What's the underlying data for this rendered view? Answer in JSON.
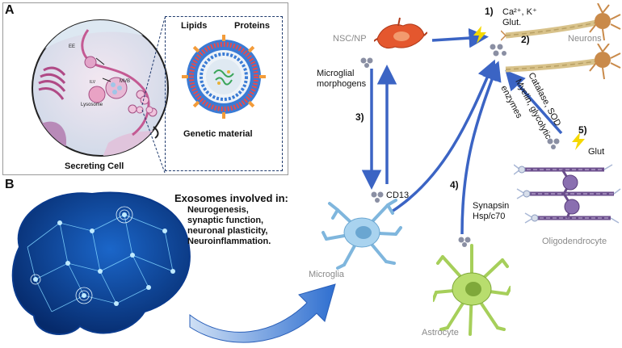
{
  "panel_a": {
    "letter": "A",
    "secreting_cell_label": "Secreting Cell",
    "inner_labels": {
      "ee": "EE",
      "mvb": "MVB",
      "ilv": "ILV",
      "lysosome": "Lysosome"
    },
    "exosome_box": {
      "lipids": "Lipids",
      "proteins": "Proteins",
      "genetic": "Genetic material"
    }
  },
  "panel_b": {
    "letter": "B",
    "heading": "Exosomes involved in:",
    "roles": [
      "Neurogenesis,",
      "synaptic function,",
      "neuronal plasticity,",
      "Neuroinflammation."
    ]
  },
  "cells": {
    "nsc": "NSC/NP",
    "neurons": "Neurons",
    "microglia": "Microglia",
    "astrocyte": "Astrocyte",
    "oligodendrocyte": "Oligodendrocyte"
  },
  "pathways": {
    "p1_num": "1)",
    "p1_text_a": "Ca²⁺, K⁺",
    "p1_text_b": "Glut.",
    "p2_num": "2)",
    "p3_num": "3)",
    "p3_text_a": "Microglial",
    "p3_text_b": "morphogens",
    "cd13": "CD13",
    "p4_num": "4)",
    "p4_text_a": "Synapsin",
    "p4_text_b": "Hsp/c70",
    "p5_num": "5)",
    "p5_glut": "Glut",
    "p5_rot_a": "Catalase, SOD",
    "p5_rot_b": "Myelin, glycolytic",
    "p5_rot_c": "enzymes"
  },
  "colors": {
    "arrow": "#3b64c4",
    "nsc": "#e4572e",
    "neuron": "#c98a4a",
    "microglia": "#8ec5e8",
    "astrocyte": "#a6cf5a",
    "oligo": "#6b4e8c",
    "brain": "#0a3a8c",
    "lightning": "#f5d800"
  }
}
